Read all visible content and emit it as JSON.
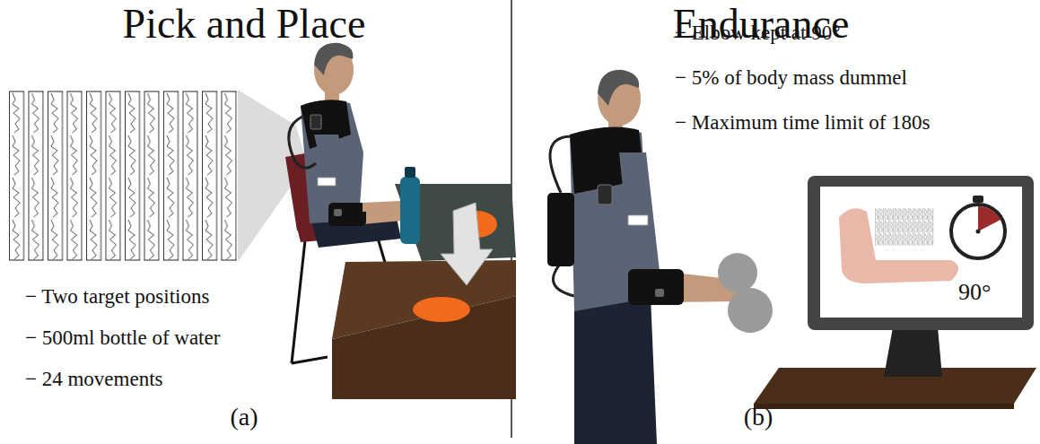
{
  "diagram": {
    "labels": [
      "Pick and Place",
      "Endurance",
      "− Elbow kept at 90°",
      "− 5% of body mass dummel",
      "− Maximum time limit of 180s",
      "− Two target positions",
      "− 500ml bottle of water",
      "− 24 movements",
      "90°",
      "(a)",
      "(b)"
    ]
  }
}
